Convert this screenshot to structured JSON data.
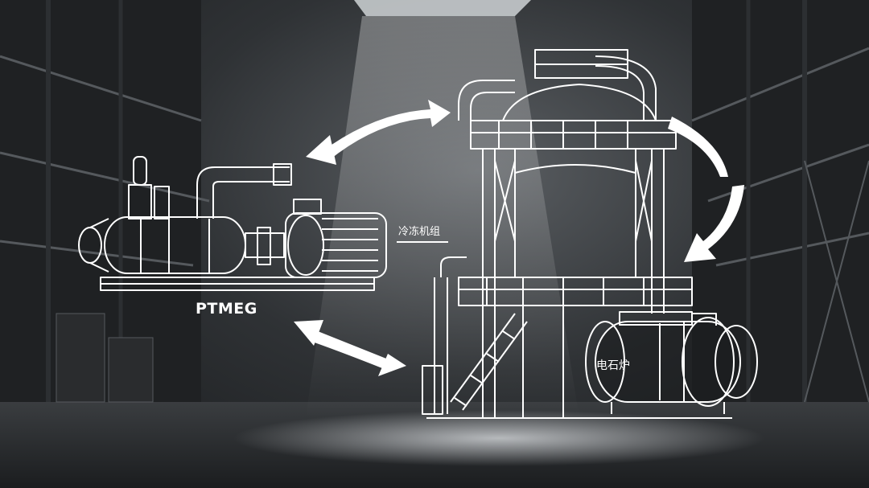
{
  "labels": {
    "pump": "PTMEG",
    "chiller": "冷冻机组",
    "furnace": "电石炉"
  }
}
